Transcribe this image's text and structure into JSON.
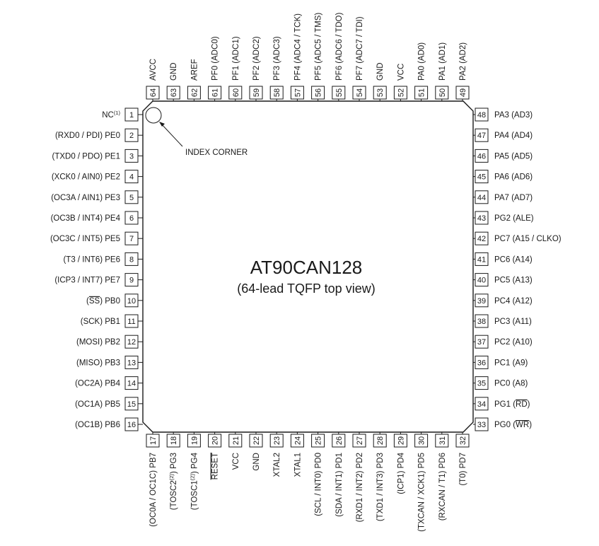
{
  "chip": {
    "title": "AT90CAN128",
    "subtitle": "(64-lead TQFP top view)",
    "index_label": "INDEX CORNER"
  },
  "pins": {
    "left": [
      {
        "num": "1",
        "label": "NC",
        "sup": "(1)"
      },
      {
        "num": "2",
        "label": "(RXD0 / PDI) PE0"
      },
      {
        "num": "3",
        "label": "(TXD0 / PDO) PE1"
      },
      {
        "num": "4",
        "label": "(XCK0 / AIN0) PE2"
      },
      {
        "num": "5",
        "label": "(OC3A / AIN1) PE3"
      },
      {
        "num": "6",
        "label": "(OC3B / INT4) PE4"
      },
      {
        "num": "7",
        "label": "(OC3C / INT5) PE5"
      },
      {
        "num": "8",
        "label": "(T3 / INT6) PE6"
      },
      {
        "num": "9",
        "label": "(ICP3 / INT7) PE7"
      },
      {
        "num": "10",
        "label": "(SS) PB0",
        "overline": "SS"
      },
      {
        "num": "11",
        "label": "(SCK) PB1"
      },
      {
        "num": "12",
        "label": "(MOSI) PB2"
      },
      {
        "num": "13",
        "label": "(MISO) PB3"
      },
      {
        "num": "14",
        "label": "(OC2A) PB4"
      },
      {
        "num": "15",
        "label": "(OC1A) PB5"
      },
      {
        "num": "16",
        "label": "(OC1B) PB6"
      }
    ],
    "bottom": [
      {
        "num": "17",
        "label": "(OC0A / OC1C) PB7"
      },
      {
        "num": "18",
        "label": "(TOSC2) PG3",
        "sup": "(2)",
        "sup_after": "(TOSC2"
      },
      {
        "num": "19",
        "label": "(TOSC1) PG4",
        "sup": "(2)",
        "sup_after": "(TOSC1"
      },
      {
        "num": "20",
        "label": "RESET",
        "overline": "RESET"
      },
      {
        "num": "21",
        "label": "VCC"
      },
      {
        "num": "22",
        "label": "GND"
      },
      {
        "num": "23",
        "label": "XTAL2"
      },
      {
        "num": "24",
        "label": "XTAL1"
      },
      {
        "num": "25",
        "label": "(SCL / INT0) PD0"
      },
      {
        "num": "26",
        "label": "(SDA / INT1) PD1"
      },
      {
        "num": "27",
        "label": "(RXD1 / INT2) PD2"
      },
      {
        "num": "28",
        "label": "(TXD1 / INT3) PD3"
      },
      {
        "num": "29",
        "label": "(ICP1) PD4"
      },
      {
        "num": "30",
        "label": "(TXCAN / XCK1) PD5"
      },
      {
        "num": "31",
        "label": "(RXCAN / T1) PD6"
      },
      {
        "num": "32",
        "label": "(T0) PD7"
      }
    ],
    "right": [
      {
        "num": "48",
        "label": "PA3 (AD3)"
      },
      {
        "num": "47",
        "label": "PA4 (AD4)"
      },
      {
        "num": "46",
        "label": "PA5 (AD5)"
      },
      {
        "num": "45",
        "label": "PA6 (AD6)"
      },
      {
        "num": "44",
        "label": "PA7 (AD7)"
      },
      {
        "num": "43",
        "label": "PG2 (ALE)"
      },
      {
        "num": "42",
        "label": "PC7 (A15 / CLKO)"
      },
      {
        "num": "41",
        "label": "PC6 (A14)"
      },
      {
        "num": "40",
        "label": "PC5 (A13)"
      },
      {
        "num": "39",
        "label": "PC4 (A12)"
      },
      {
        "num": "38",
        "label": "PC3 (A11)"
      },
      {
        "num": "37",
        "label": "PC2 (A10)"
      },
      {
        "num": "36",
        "label": "PC1 (A9)"
      },
      {
        "num": "35",
        "label": "PC0 (A8)"
      },
      {
        "num": "34",
        "label": "PG1 (RD)",
        "overline": "RD"
      },
      {
        "num": "33",
        "label": "PG0 (WR)",
        "overline": "WR"
      }
    ],
    "top": [
      {
        "num": "64",
        "label": "AVCC"
      },
      {
        "num": "63",
        "label": "GND"
      },
      {
        "num": "62",
        "label": "AREF"
      },
      {
        "num": "61",
        "label": "PF0 (ADC0)"
      },
      {
        "num": "60",
        "label": "PF1 (ADC1)"
      },
      {
        "num": "59",
        "label": "PF2 (ADC2)"
      },
      {
        "num": "58",
        "label": "PF3 (ADC3)"
      },
      {
        "num": "57",
        "label": "PF4 (ADC4 / TCK)"
      },
      {
        "num": "56",
        "label": "PF5 (ADC5 / TMS)"
      },
      {
        "num": "55",
        "label": "PF6 (ADC6 / TDO)"
      },
      {
        "num": "54",
        "label": "PF7 (ADC7 / TDI)"
      },
      {
        "num": "53",
        "label": "GND"
      },
      {
        "num": "52",
        "label": "VCC"
      },
      {
        "num": "51",
        "label": "PA0 (AD0)"
      },
      {
        "num": "50",
        "label": "PA1 (AD1)"
      },
      {
        "num": "49",
        "label": "PA2 (AD2)"
      }
    ]
  }
}
